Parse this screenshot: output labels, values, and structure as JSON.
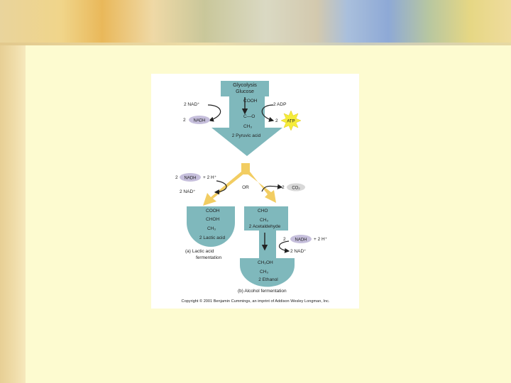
{
  "figure": {
    "glycolysis": "Glycolysis",
    "glucose": "Glucose",
    "nad_plus_top": "2 NAD⁺",
    "nadh_top_coef": "2",
    "nadh_label": "NADH",
    "adp": "2 ADP",
    "atp_coef": "2",
    "atp_label": "ATP",
    "pyruvate_cooh": "COOH",
    "pyruvate_co": "C—O",
    "pyruvate_ch3": "CH₃",
    "pyruvate_label": "2 Pyruvic acid",
    "nadh_left_coef": "2",
    "nadh_left_suffix": "+ 2 H⁺",
    "nad_plus_left": "2 NAD⁺",
    "or_label": "OR",
    "co2_coef": "2",
    "co2_label": "CO₂",
    "lactic_cooh": "COOH",
    "lactic_choh": "CHOH",
    "lactic_ch3": "CH₃",
    "lactic_label": "2 Lactic acid",
    "acet_cho": "CHO",
    "acet_ch3": "CH₃",
    "acet_label": "2 Acetaldehyde",
    "nadh_right_coef": "2",
    "nadh_right_suffix": "+ 2 H⁺",
    "nad_plus_right": "2 NAD⁺",
    "ethanol_ch2oh": "CH₂OH",
    "ethanol_ch3": "CH₃",
    "ethanol_label": "2 Ethanol",
    "caption_a_line1": "(a) Lactic acid",
    "caption_a_line2": "fermentation",
    "caption_b": "(b) Alcohol fermentation",
    "copyright": "Copyright © 2001 Benjamin Cummings, an imprint of Addison Wesley Longman, Inc."
  },
  "colors": {
    "teal": "#7fb8bc",
    "yellow_arrow": "#f2cd62",
    "nadh_oval": "#c6bfdc",
    "atp_star": "#f5ec3a",
    "co2_oval": "#d8d8d8"
  }
}
